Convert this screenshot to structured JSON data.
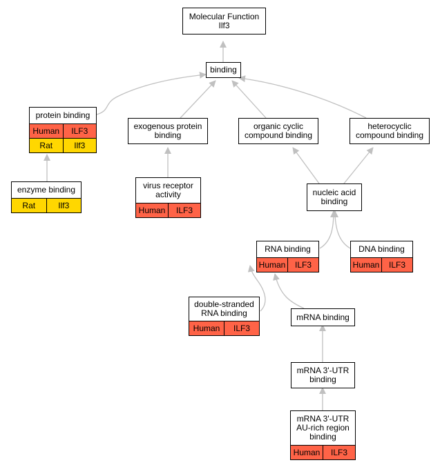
{
  "colors": {
    "human": "#ff6347",
    "rat": "#ffd700",
    "edge": "#c0c0c0"
  },
  "nodes": {
    "mf": {
      "lines": [
        "Molecular Function",
        "Ilf3"
      ]
    },
    "binding": {
      "lines": [
        "binding"
      ]
    },
    "protein_binding": {
      "lines": [
        "protein binding"
      ],
      "rows": [
        [
          "Human",
          "ILF3"
        ],
        [
          "Rat",
          "Ilf3"
        ]
      ]
    },
    "exogenous": {
      "lines": [
        "exogenous protein",
        "binding"
      ]
    },
    "organic": {
      "lines": [
        "organic cyclic",
        "compound binding"
      ]
    },
    "heterocyclic": {
      "lines": [
        "heterocyclic",
        "compound binding"
      ]
    },
    "enzyme": {
      "lines": [
        "enzyme binding"
      ],
      "rows": [
        [
          "Rat",
          "Ilf3"
        ]
      ]
    },
    "virus": {
      "lines": [
        "virus receptor",
        "activity"
      ],
      "rows": [
        [
          "Human",
          "ILF3"
        ]
      ]
    },
    "nucleic": {
      "lines": [
        "nucleic acid",
        "binding"
      ]
    },
    "rna": {
      "lines": [
        "RNA binding"
      ],
      "rows": [
        [
          "Human",
          "ILF3"
        ]
      ]
    },
    "dna": {
      "lines": [
        "DNA binding"
      ],
      "rows": [
        [
          "Human",
          "ILF3"
        ]
      ]
    },
    "dsrna": {
      "lines": [
        "double-stranded",
        "RNA binding"
      ],
      "rows": [
        [
          "Human",
          "ILF3"
        ]
      ]
    },
    "mrna": {
      "lines": [
        "mRNA binding"
      ]
    },
    "utr": {
      "lines": [
        "mRNA 3'-UTR",
        "binding"
      ]
    },
    "au": {
      "lines": [
        "mRNA 3'-UTR",
        "AU-rich region",
        "binding"
      ],
      "rows": [
        [
          "Human",
          "ILF3"
        ]
      ]
    }
  }
}
